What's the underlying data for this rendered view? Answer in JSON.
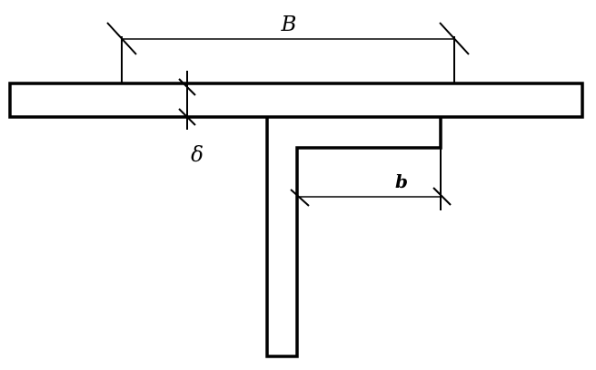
{
  "labels": {
    "flange_width": "B",
    "flange_thickness": "δ",
    "leg_width": "b"
  },
  "colors": {
    "stroke": "#000000",
    "background": "#ffffff"
  }
}
